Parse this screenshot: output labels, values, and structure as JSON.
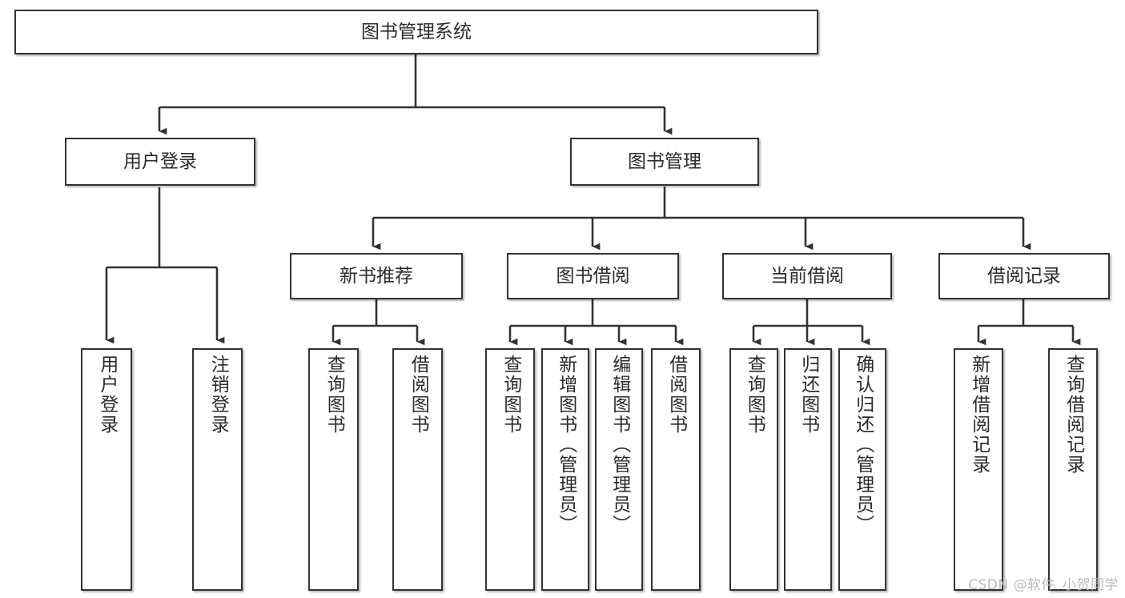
{
  "diagram": {
    "title": "图书管理系统",
    "type": "tree-hierarchy-chart",
    "root": {
      "id": "root",
      "label": "图书管理系统"
    },
    "level2": [
      {
        "id": "user-login",
        "label": "用户登录"
      },
      {
        "id": "book-manage",
        "label": "图书管理"
      }
    ],
    "level3": [
      {
        "id": "new-book-rec",
        "label": "新书推荐",
        "parent": "book-manage"
      },
      {
        "id": "book-borrow",
        "label": "图书借阅",
        "parent": "book-manage"
      },
      {
        "id": "current-borrow",
        "label": "当前借阅",
        "parent": "book-manage"
      },
      {
        "id": "borrow-record",
        "label": "借阅记录",
        "parent": "book-manage"
      }
    ],
    "leaves": [
      {
        "id": "leaf-user-login",
        "label": "用户登录",
        "parent": "user-login"
      },
      {
        "id": "leaf-logout",
        "label": "注销登录",
        "parent": "user-login"
      },
      {
        "id": "leaf-query-book-1",
        "label": "查询图书",
        "parent": "new-book-rec"
      },
      {
        "id": "leaf-borrow-book-1",
        "label": "借阅图书",
        "parent": "new-book-rec"
      },
      {
        "id": "leaf-query-book-2",
        "label": "查询图书",
        "parent": "book-borrow"
      },
      {
        "id": "leaf-add-book",
        "label": "新增图书（管理员）",
        "parent": "book-borrow"
      },
      {
        "id": "leaf-edit-book",
        "label": "编辑图书（管理员）",
        "parent": "book-borrow"
      },
      {
        "id": "leaf-borrow-book-2",
        "label": "借阅图书",
        "parent": "book-borrow"
      },
      {
        "id": "leaf-query-book-3",
        "label": "查询图书",
        "parent": "current-borrow"
      },
      {
        "id": "leaf-return-book",
        "label": "归还图书",
        "parent": "current-borrow"
      },
      {
        "id": "leaf-confirm-return",
        "label": "确认归还（管理员）",
        "parent": "current-borrow"
      },
      {
        "id": "leaf-add-record",
        "label": "新增借阅记录",
        "parent": "borrow-record"
      },
      {
        "id": "leaf-query-record",
        "label": "查询借阅记录",
        "parent": "borrow-record"
      }
    ]
  },
  "watermark": {
    "text": "CSDN @软件_小贺同学"
  },
  "colors": {
    "box_border": "#333333",
    "box_fill": "#ffffff",
    "edge": "#333333",
    "text": "#2b2b2b",
    "watermark": "#b9b9b9",
    "background": "#ffffff"
  }
}
